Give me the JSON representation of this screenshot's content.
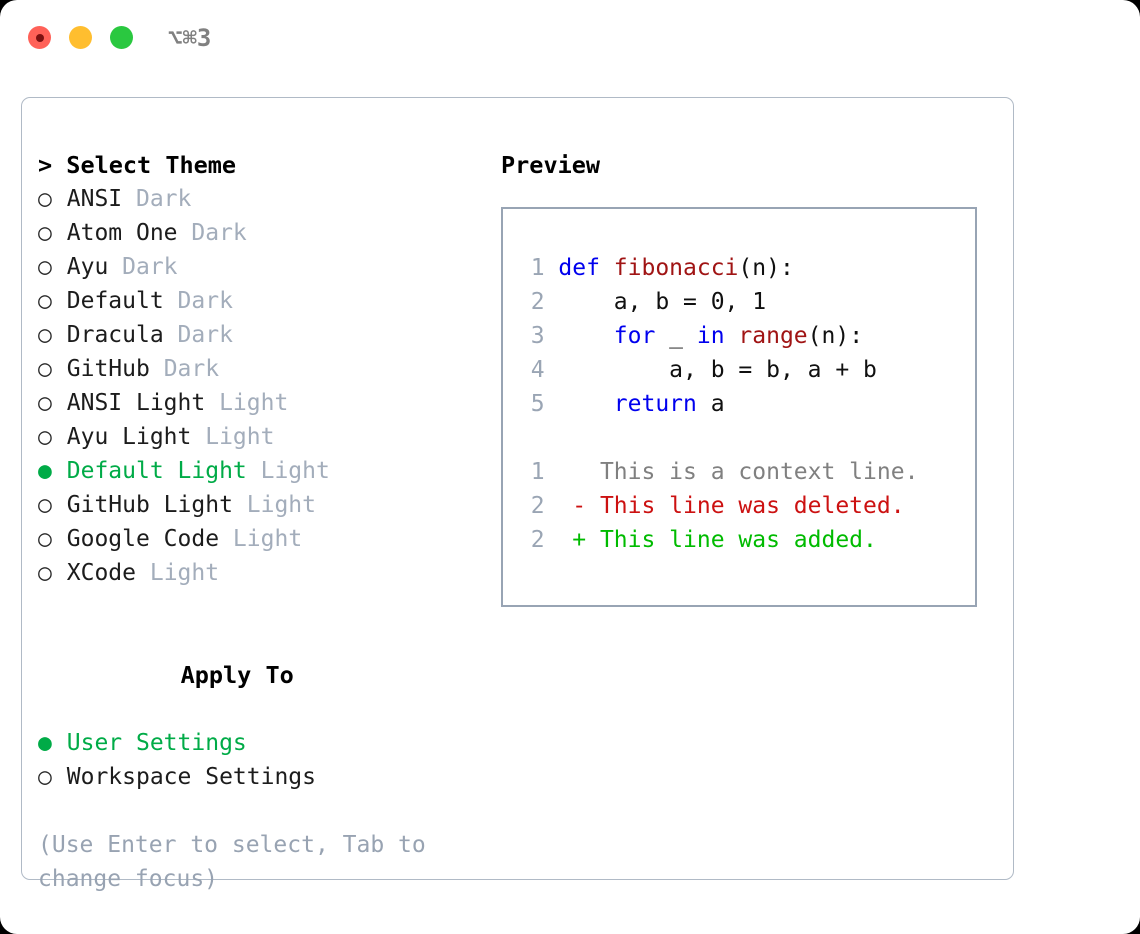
{
  "window": {
    "traffic_lights": [
      {
        "name": "close",
        "color": "#ff6158"
      },
      {
        "name": "minimize",
        "color": "#ffbe2f"
      },
      {
        "name": "maximize",
        "color": "#2ac840"
      }
    ],
    "shortcut": "⌥⌘3"
  },
  "theme_panel": {
    "heading": "> Select Theme",
    "selected_theme": "Default Light",
    "accent_color": "#00ab47",
    "items": [
      {
        "marker": "○",
        "name": "ANSI",
        "variant": "Dark",
        "selected": false
      },
      {
        "marker": "○",
        "name": "Atom One",
        "variant": "Dark",
        "selected": false
      },
      {
        "marker": "○",
        "name": "Ayu",
        "variant": "Dark",
        "selected": false
      },
      {
        "marker": "○",
        "name": "Default",
        "variant": "Dark",
        "selected": false
      },
      {
        "marker": "○",
        "name": "Dracula",
        "variant": "Dark",
        "selected": false
      },
      {
        "marker": "○",
        "name": "GitHub",
        "variant": "Dark",
        "selected": false
      },
      {
        "marker": "○",
        "name": "ANSI Light",
        "variant": "Light",
        "selected": false
      },
      {
        "marker": "○",
        "name": "Ayu Light",
        "variant": "Light",
        "selected": false
      },
      {
        "marker": "●",
        "name": "Default Light",
        "variant": "Light",
        "selected": true
      },
      {
        "marker": "○",
        "name": "GitHub Light",
        "variant": "Light",
        "selected": false
      },
      {
        "marker": "○",
        "name": "Google Code",
        "variant": "Light",
        "selected": false
      },
      {
        "marker": "○",
        "name": "XCode",
        "variant": "Light",
        "selected": false
      }
    ]
  },
  "apply_to": {
    "heading": "Apply To",
    "selected": "User Settings",
    "options": [
      {
        "marker": "●",
        "label": "User Settings",
        "selected": true
      },
      {
        "marker": "○",
        "label": "Workspace Settings",
        "selected": false
      }
    ]
  },
  "hint": "(Use Enter to select, Tab to change focus)",
  "preview": {
    "title": "Preview",
    "code_lines": [
      {
        "num": "1",
        "tokens": [
          {
            "t": "def ",
            "c": "kw"
          },
          {
            "t": "fibonacci",
            "c": "fn"
          },
          {
            "t": "(n):",
            "c": "plain"
          }
        ]
      },
      {
        "num": "2",
        "tokens": [
          {
            "t": "    a, b = 0, 1",
            "c": "plain"
          }
        ]
      },
      {
        "num": "3",
        "tokens": [
          {
            "t": "    ",
            "c": "plain"
          },
          {
            "t": "for",
            "c": "kw"
          },
          {
            "t": " _ ",
            "c": "plain"
          },
          {
            "t": "in ",
            "c": "kw"
          },
          {
            "t": "range",
            "c": "fn"
          },
          {
            "t": "(n):",
            "c": "plain"
          }
        ]
      },
      {
        "num": "4",
        "tokens": [
          {
            "t": "        a, b = b, a + b",
            "c": "plain"
          }
        ]
      },
      {
        "num": "5",
        "tokens": [
          {
            "t": "    ",
            "c": "plain"
          },
          {
            "t": "return",
            "c": "kw"
          },
          {
            "t": " a",
            "c": "plain"
          }
        ]
      }
    ],
    "diff_lines": [
      {
        "num": "1",
        "marker": " ",
        "text": "This is a context line.",
        "kind": "ctx"
      },
      {
        "num": "2",
        "marker": "-",
        "text": "This line was deleted.",
        "kind": "del"
      },
      {
        "num": "2",
        "marker": "+",
        "text": "This line was added.",
        "kind": "add"
      }
    ]
  }
}
